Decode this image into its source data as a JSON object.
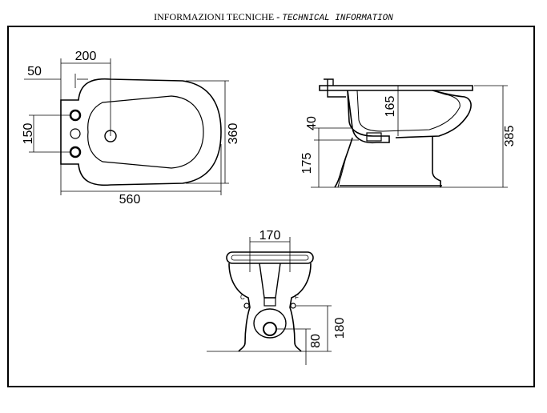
{
  "header": {
    "italian": "INFORMAZIONI TECNICHE",
    "separator": " - ",
    "english": "TECHNICAL INFORMATION"
  },
  "top_view": {
    "dim_width": "560",
    "dim_depth": "360",
    "dim_tap_offset": "200",
    "dim_rim_offset": "50",
    "dim_holes": "150"
  },
  "side_view": {
    "dim_height": "385",
    "dim_bowl": "165",
    "dim_rim": "40",
    "dim_outlet": "175"
  },
  "front_view": {
    "dim_inlets": "170",
    "dim_supply": "180",
    "dim_drain": "80",
    "label_cold": "C",
    "label_hot": "F"
  }
}
